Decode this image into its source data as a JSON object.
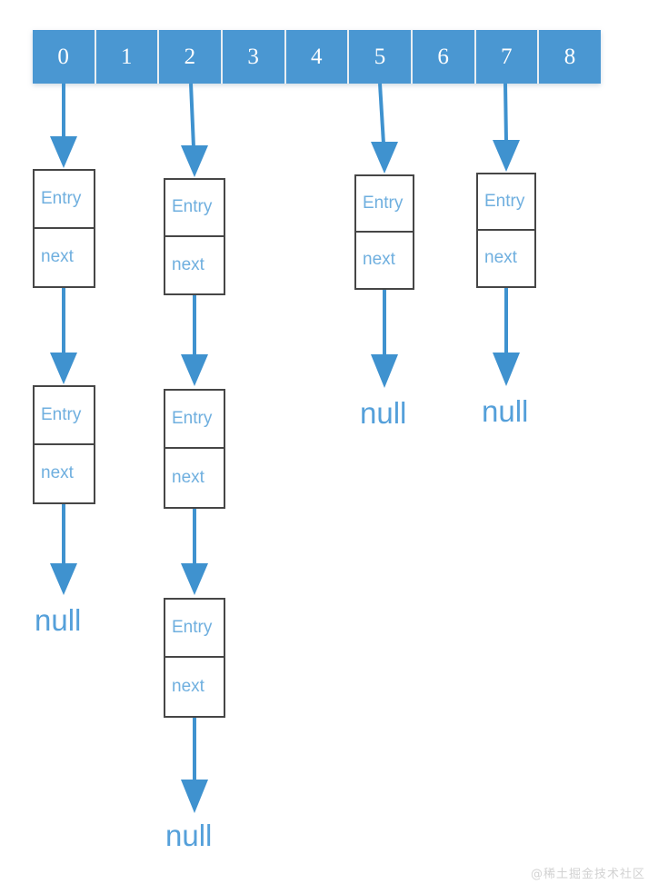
{
  "diagram": {
    "title": "HashMap bucket array with separate-chaining linked lists",
    "colors": {
      "bucket_fill": "#4a97d2",
      "bucket_text": "#ffffff",
      "bucket_divider": "#e9eef2",
      "node_border": "#464646",
      "node_text": "#6fafdf",
      "arrow": "#3f92cf",
      "null_text": "#55a0da",
      "background": "#ffffff",
      "watermark": "#d2d2d2"
    },
    "array": {
      "name": "bucket-array",
      "cells": [
        {
          "index": "0",
          "has_chain": true
        },
        {
          "index": "1",
          "has_chain": false
        },
        {
          "index": "2",
          "has_chain": true
        },
        {
          "index": "3",
          "has_chain": false
        },
        {
          "index": "4",
          "has_chain": false
        },
        {
          "index": "5",
          "has_chain": true
        },
        {
          "index": "6",
          "has_chain": false
        },
        {
          "index": "7",
          "has_chain": true
        },
        {
          "index": "8",
          "has_chain": false
        }
      ]
    },
    "node_labels": {
      "entry": "Entry",
      "next": "next"
    },
    "null_label": "null",
    "chains": [
      {
        "bucket": "0",
        "length": 2,
        "nodes": [
          {
            "entry": "Entry",
            "next": "next"
          },
          {
            "entry": "Entry",
            "next": "next"
          }
        ],
        "terminator": "null"
      },
      {
        "bucket": "2",
        "length": 3,
        "nodes": [
          {
            "entry": "Entry",
            "next": "next"
          },
          {
            "entry": "Entry",
            "next": "next"
          },
          {
            "entry": "Entry",
            "next": "next"
          }
        ],
        "terminator": "null"
      },
      {
        "bucket": "5",
        "length": 1,
        "nodes": [
          {
            "entry": "Entry",
            "next": "next"
          }
        ],
        "terminator": "null"
      },
      {
        "bucket": "7",
        "length": 1,
        "nodes": [
          {
            "entry": "Entry",
            "next": "next"
          }
        ],
        "terminator": "null"
      }
    ]
  },
  "watermark": {
    "text": "@稀土掘金技术社区"
  }
}
